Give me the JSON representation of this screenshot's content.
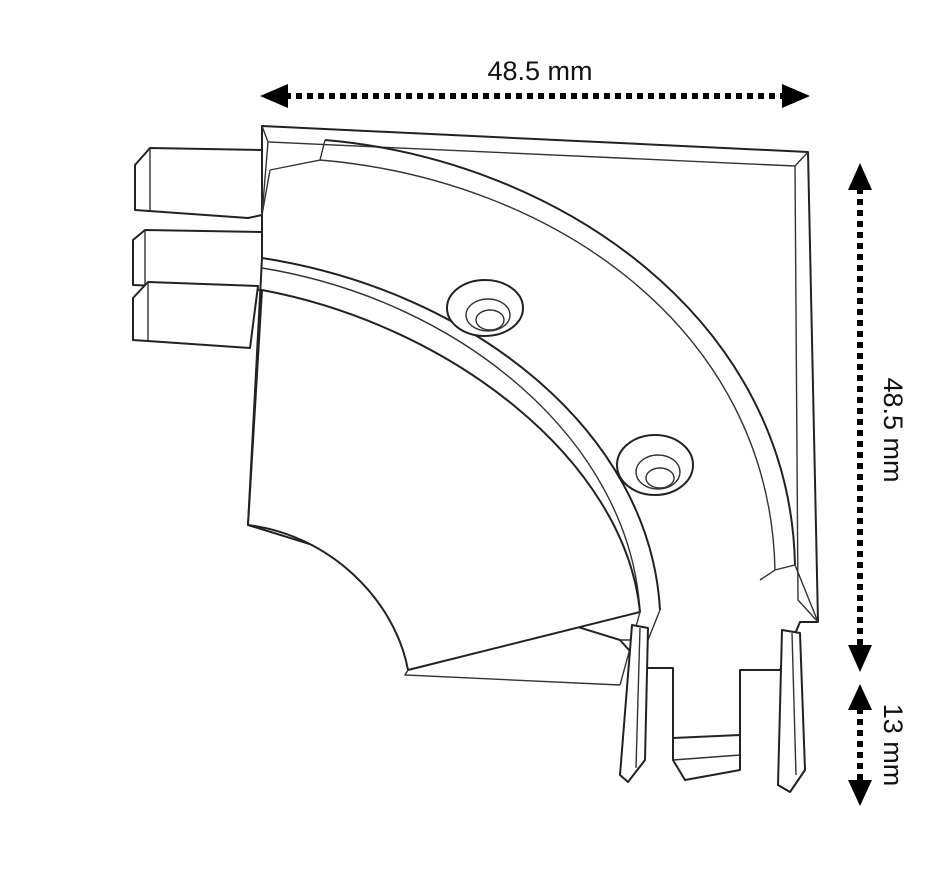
{
  "dimensions": {
    "width_label": "48.5 mm",
    "height_label": "48.5 mm",
    "clip_depth_label": "13 mm"
  },
  "colors": {
    "line": "#222222",
    "arrow": "#000000",
    "background": "#ffffff"
  }
}
